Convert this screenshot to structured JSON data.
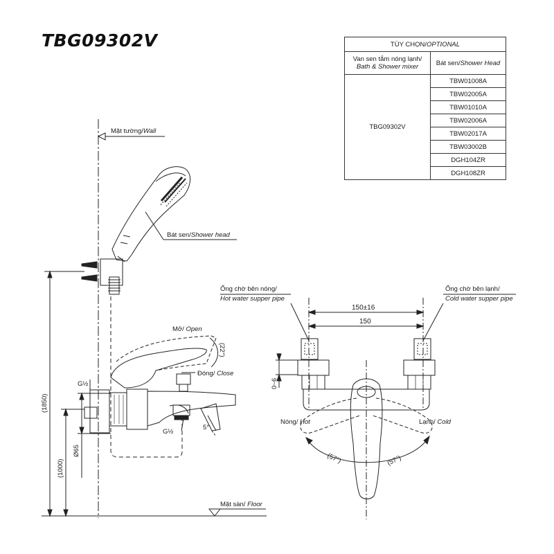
{
  "title": "TBG09302V",
  "table": {
    "header": [
      "TÙY CHỌN/",
      "OPTIONAL"
    ],
    "col1": [
      "Van sen tắm nóng lạnh/",
      "Bath & Shower mixer"
    ],
    "col2": [
      "Bát sen/",
      "Shower Head"
    ],
    "model": "TBG09302V",
    "options": [
      "TBW01008A",
      "TBW02005A",
      "TBW01010A",
      "TBW02006A",
      "TBW02017A",
      "TBW03002B",
      "DGH104ZR",
      "DGH108ZR"
    ]
  },
  "side": {
    "wall": [
      "Mặt tường/",
      "Wall"
    ],
    "shower_head": [
      "Bát sen/",
      "Shower head"
    ],
    "open": [
      "Mở/ ",
      "Open"
    ],
    "close": [
      "Đóng/ ",
      "Close"
    ],
    "floor": [
      "Mặt sàn/ ",
      "Floor"
    ],
    "angle_open": "(22°)",
    "angle_spout": "5°",
    "thread_top": "G½",
    "thread_bottom": "G½",
    "dim_total": "(1850)",
    "dim_height": "(1000)",
    "dim_dia": "Ø65"
  },
  "front": {
    "hot_pipe": [
      "Ống chờ bên nóng/",
      "Hot water supper pipe"
    ],
    "cold_pipe": [
      "Ống chờ bên lạnh/",
      "Cold water supper pipe"
    ],
    "dim_outer": "150±16",
    "dim_inner": "150",
    "dim_offset": "0~6",
    "hot": [
      "Nóng/ ",
      "Hot"
    ],
    "cold": [
      "Lạnh/ ",
      "Cold"
    ],
    "angle_left": "(57°)",
    "angle_right": "(57°)"
  }
}
